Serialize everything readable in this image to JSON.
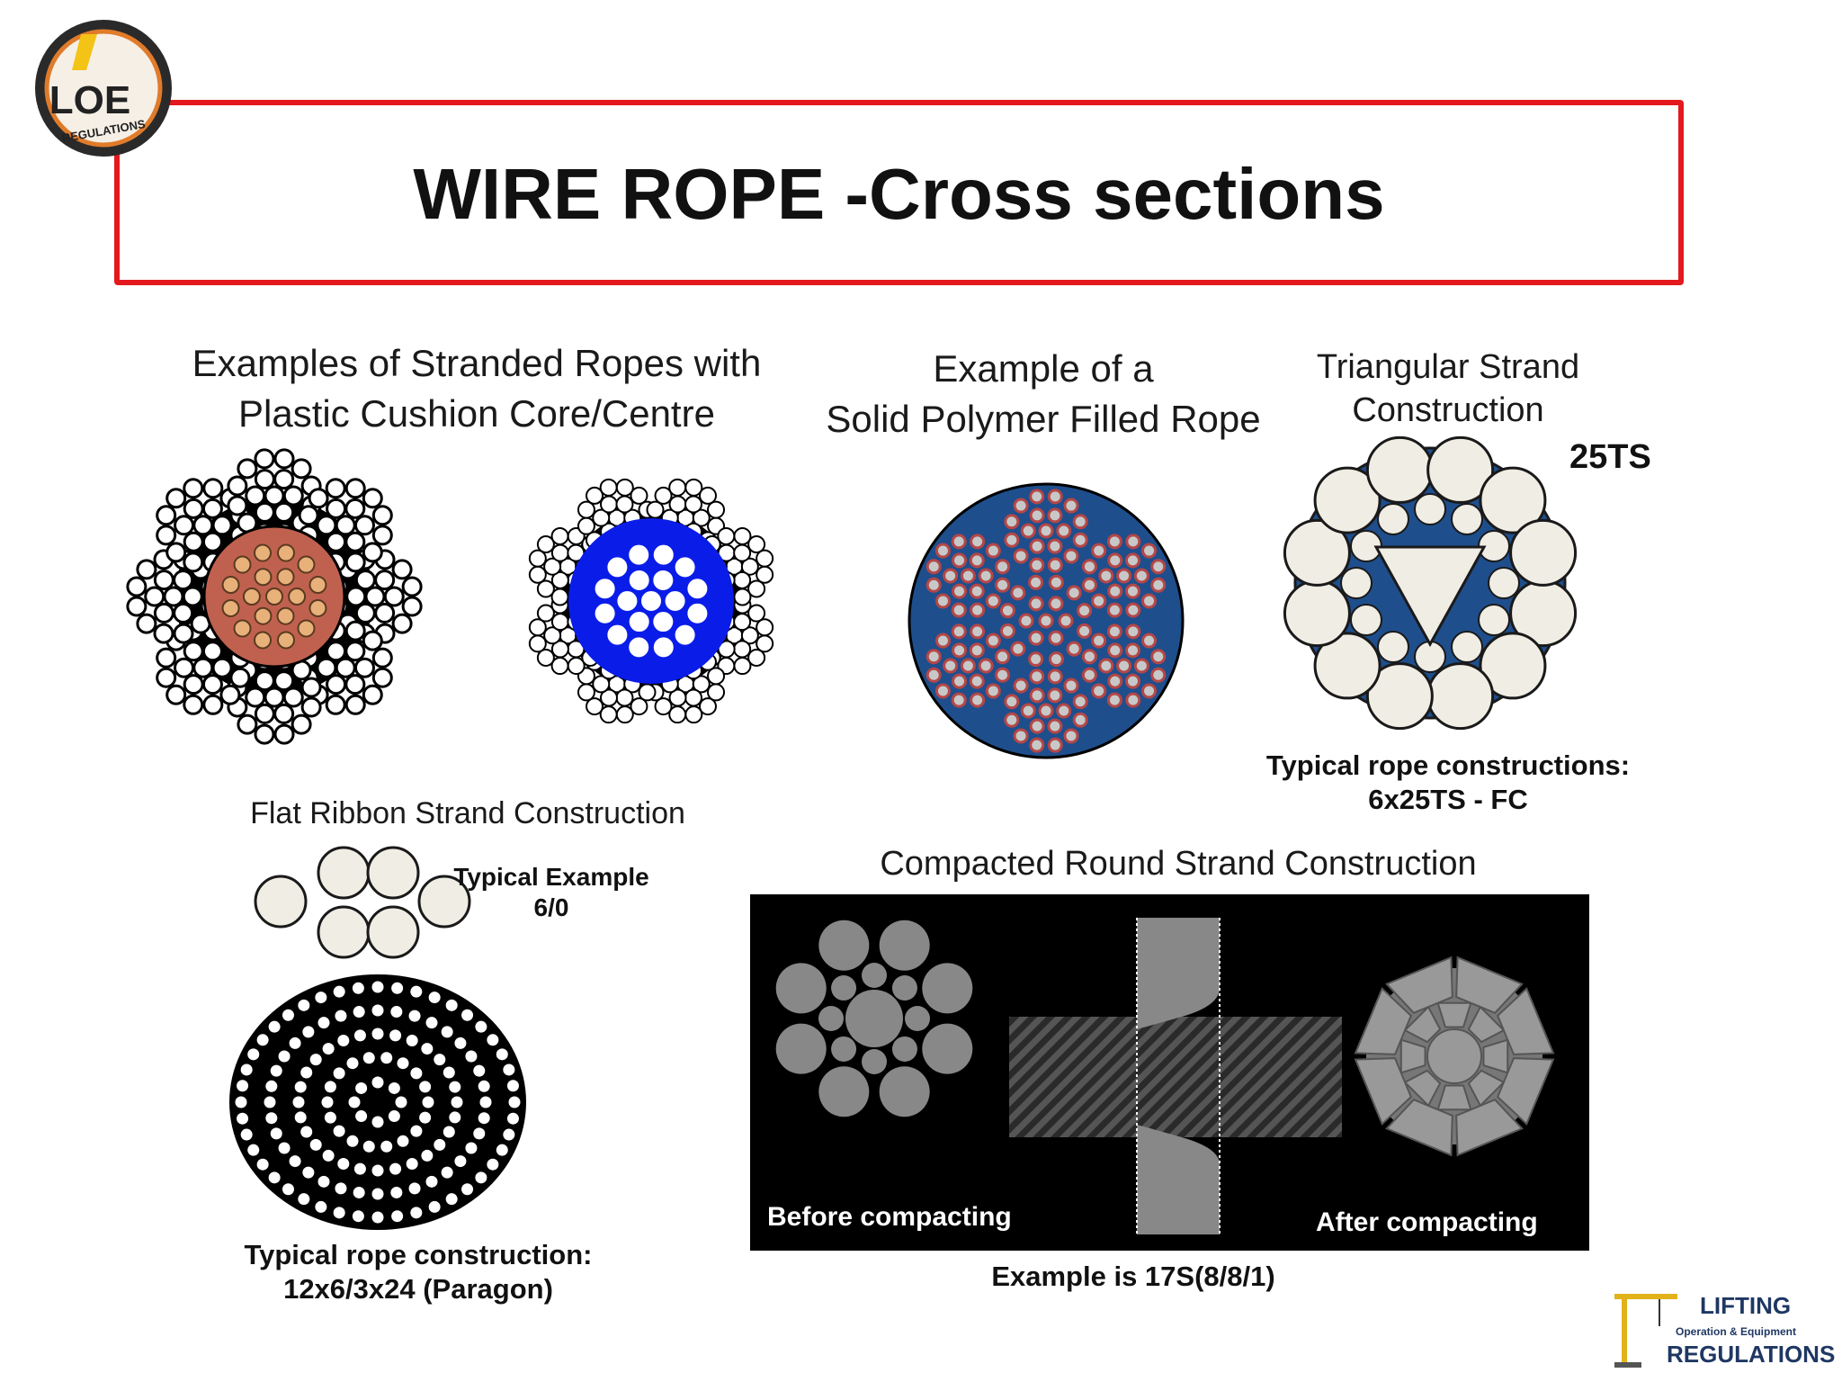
{
  "title": "WIRE ROPE -Cross sections",
  "logo_top": {
    "text1": "LOE",
    "text2": "REGULATIONS"
  },
  "sections": {
    "stranded": {
      "heading_line1": "Examples of Stranded Ropes with",
      "heading_line2": "Plastic Cushion Core/Centre"
    },
    "polymer": {
      "heading_line1": "Example of a",
      "heading_line2": "Solid Polymer Filled Rope"
    },
    "triangular": {
      "heading_line1": "Triangular Strand",
      "heading_line2": "Construction",
      "tag": "25TS",
      "caption_line1": "Typical rope constructions:",
      "caption_line2": "6x25TS - FC"
    },
    "flat_ribbon": {
      "heading": "Flat Ribbon Strand Construction",
      "example_line1": "Typical Example",
      "example_line2": "6/0",
      "caption_line1": "Typical rope construction:",
      "caption_line2": "12x6/3x24 (Paragon)"
    },
    "compacted": {
      "heading": "Compacted Round Strand Construction",
      "before": "Before compacting",
      "after": "After compacting",
      "caption": "Example is 17S(8/8/1)"
    }
  },
  "logo_bottom": {
    "line1": "LIFTING",
    "line2": "Operation & Equipment",
    "line3": "REGULATIONS"
  },
  "colors": {
    "accent_red": "#e3191d",
    "polymer_blue": "#1f4e8c",
    "core_brown": "#c0614f",
    "cushion_blue": "#0a1de8"
  }
}
